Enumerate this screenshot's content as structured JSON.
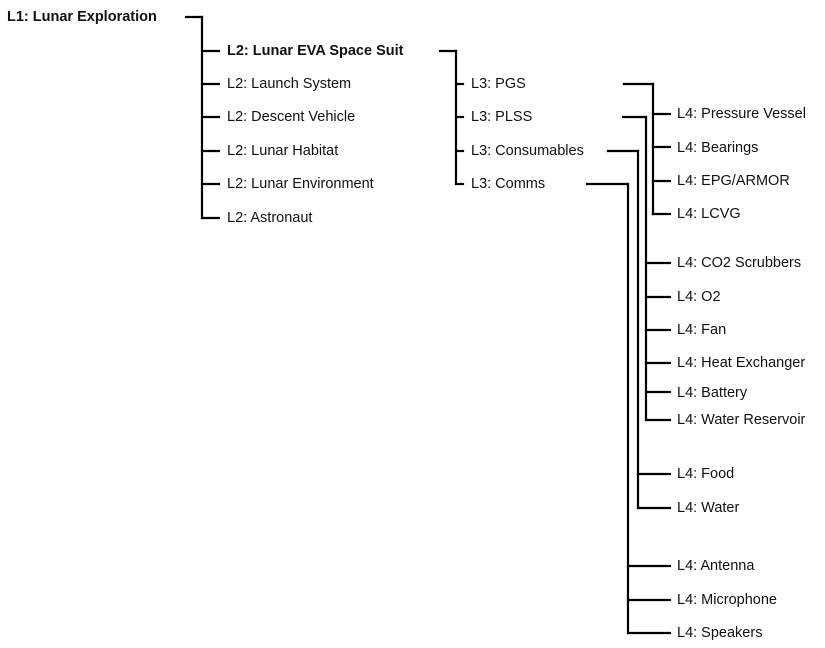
{
  "title": "Work Breakdown Structure",
  "root": {
    "label": "L1: Lunar Exploration"
  },
  "level2": [
    {
      "label": "L2: Lunar EVA Space Suit",
      "bold": true
    },
    {
      "label": "L2: Launch System"
    },
    {
      "label": "L2: Descent Vehicle"
    },
    {
      "label": "L2: Lunar Habitat"
    },
    {
      "label": "L2: Lunar Environment"
    },
    {
      "label": "L2: Astronaut"
    }
  ],
  "level3": [
    {
      "label": "L3: PGS",
      "children": [
        "L4: Pressure Vessel",
        "L4: Bearings",
        "L4: EPG/ARMOR",
        "L4: LCVG"
      ]
    },
    {
      "label": "L3: PLSS",
      "children": [
        "L4: CO2 Scrubbers",
        "L4: O2",
        "L4: Fan",
        "L4: Heat Exchanger",
        "L4: Battery",
        "L4: Water Reservoir"
      ]
    },
    {
      "label": "L3: Consumables",
      "children": [
        "L4: Food",
        "L4: Water"
      ]
    },
    {
      "label": "L3: Comms",
      "children": [
        "L4: Antenna",
        "L4: Microphone",
        "L4: Speakers"
      ]
    }
  ],
  "level4": [
    "L4: Pressure Vessel",
    "L4: Bearings",
    "L4: EPG/ARMOR",
    "L4: LCVG",
    "L4: CO2 Scrubbers",
    "L4: O2",
    "L4: Fan",
    "L4: Heat Exchanger",
    "L4: Battery",
    "L4: Water Reservoir",
    "L4: Food",
    "L4: Water",
    "L4: Antenna",
    "L4: Microphone",
    "L4: Speakers"
  ],
  "colors": {
    "line": "#000000",
    "text": "#111111",
    "background": "#ffffff"
  }
}
